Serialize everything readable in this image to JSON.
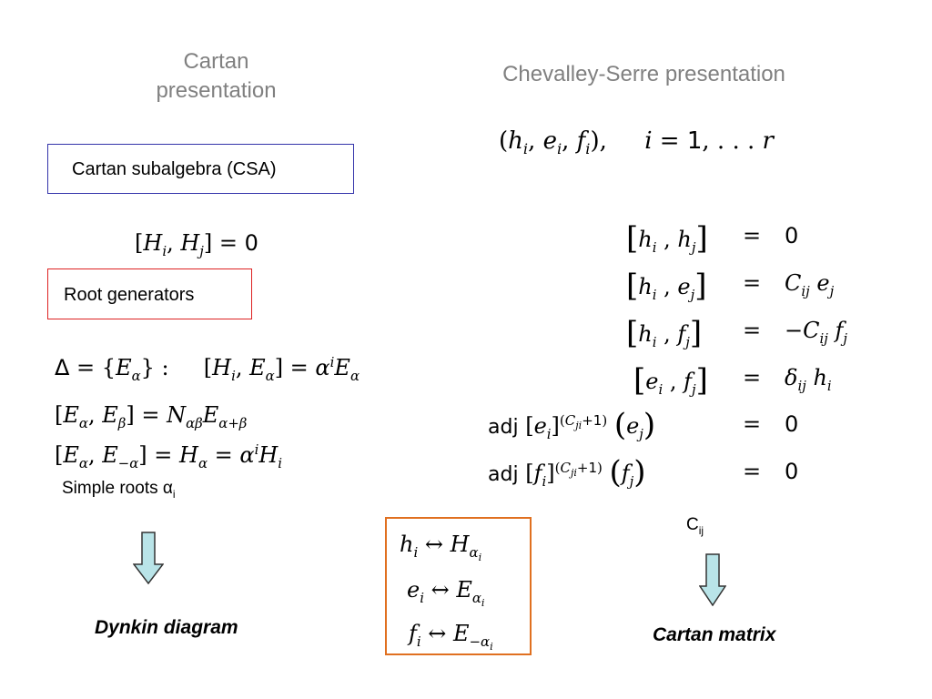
{
  "headings": {
    "cartan": "Cartan\npresentation",
    "cartan_line1": "Cartan",
    "cartan_line2": "presentation",
    "chevalley": "Chevalley-Serre presentation"
  },
  "left": {
    "csa_box": "Cartan subalgebra (CSA)",
    "csa_relation": "[Hi, Hj] = 0",
    "root_box": "Root generators",
    "delta_relation": "Δ = {Eα} : [Hi, Eα] = α^i Eα",
    "ee_relation": "[Eα, Eβ] = Nαβ Eα+β",
    "eminus_relation": "[Eα, E−α] = Hα = α^i Hi",
    "simple_roots": "Simple roots α",
    "simple_roots_sub": "i",
    "result": "Dynkin diagram"
  },
  "right": {
    "generators": "(hi, ei, fi),   i = 1, ... r",
    "relations": [
      {
        "lhs": "[hi , hj]",
        "eq": "=",
        "rhs": "0"
      },
      {
        "lhs": "[hi , ej]",
        "eq": "=",
        "rhs": "Cij ej"
      },
      {
        "lhs": "[hi , fj]",
        "eq": "=",
        "rhs": "−Cij fj"
      },
      {
        "lhs": "[ei , fj]",
        "eq": "=",
        "rhs": "δij hi"
      },
      {
        "lhs": "adj [ei]^(Cji+1) (ej)",
        "eq": "=",
        "rhs": "0"
      },
      {
        "lhs": "adj [fi]^(Cji+1) (fj)",
        "eq": "=",
        "rhs": "0"
      }
    ],
    "cij_label": "C",
    "cij_sub": "ij",
    "result": "Cartan matrix"
  },
  "correspondence": [
    "hi ↔ Hαi",
    "ei ↔ Eαi",
    "fi ↔ E−αi"
  ],
  "colors": {
    "heading_gray": "#808080",
    "csa_box_border": "#3333aa",
    "root_box_border": "#dd2222",
    "correspondence_border": "#e07020",
    "arrow_fill": "#b9e4e8",
    "arrow_stroke": "#333333"
  }
}
